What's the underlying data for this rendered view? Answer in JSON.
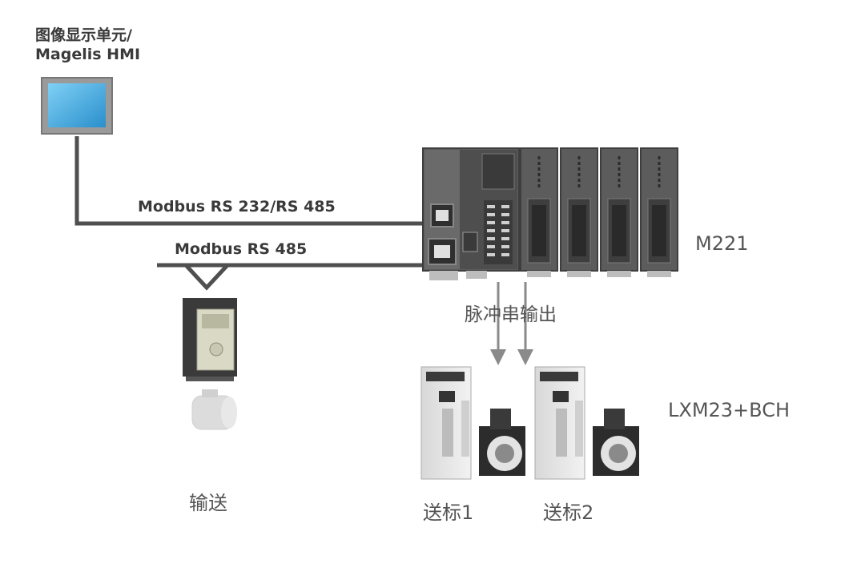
{
  "hmi": {
    "title_line1": "图像显示单元/",
    "title_line2": "Magelis HMI"
  },
  "links": {
    "rs232_485": "Modbus RS 232/RS 485",
    "rs485": "Modbus RS 485",
    "pulse": "脉冲串输出"
  },
  "plc": {
    "label": "M221"
  },
  "servo": {
    "label": "LXM23+BCH",
    "unit1": "送标1",
    "unit2": "送标2"
  },
  "conveyor": {
    "label": "输送"
  },
  "colors": {
    "line": "#4f4f4f",
    "screen": "#4fb3e6",
    "plc_body": "#5c5c5c",
    "arrow": "#8a8a8a"
  }
}
